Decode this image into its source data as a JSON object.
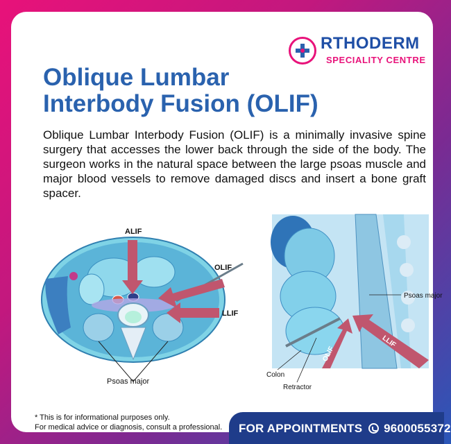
{
  "brand": {
    "name": "RTHODERM",
    "subtitle": "SPECIALITY CENTRE"
  },
  "title": "Oblique Lumbar Interbody Fusion (OLIF)",
  "description": "Oblique Lumbar Interbody Fusion (OLIF) is a minimally invasive spine surgery that accesses the lower back through the side of the body. The surgeon works in the natural space between the large psoas muscle and major blood vessels to remove damaged discs and insert a bone graft spacer.",
  "left_figure": {
    "labels": {
      "alif": "ALIF",
      "olif": "OLIF",
      "llif": "LLIF",
      "psoas": "Psoas major"
    }
  },
  "right_figure": {
    "labels": {
      "psoas": "Psoas major",
      "colon": "Colon",
      "retractor": "Retractor",
      "olif": "OLIF",
      "llif": "LLIF"
    }
  },
  "disclaimer": "* This is for informational purposes only.\n   For medical advice or diagnosis, consult a professional.",
  "appointment": {
    "label": "FOR APPOINTMENTS",
    "phone": "9600055372"
  },
  "colors": {
    "accent_pink": "#e8127a",
    "title_blue": "#2a62ae",
    "arrow": "#c0566e",
    "footer": "#1f3c8a"
  }
}
